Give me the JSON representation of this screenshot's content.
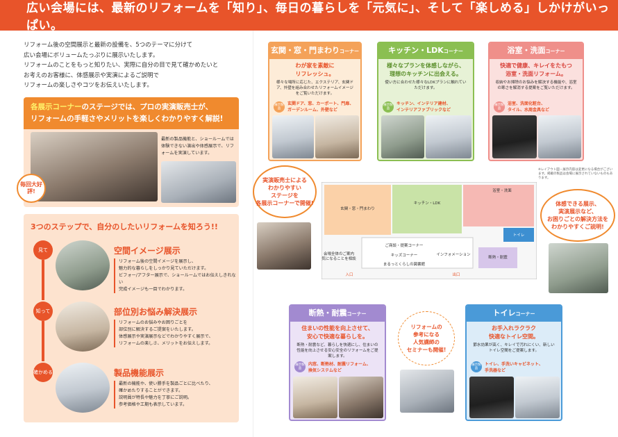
{
  "banner": {
    "title": "広い会場には、最新のリフォームを「知り」、毎日の暮らしを「元気に」、そして「楽しめる」しかけがいっぱい。"
  },
  "intro": {
    "lines": [
      "リフォーム後の空間展示と最新の設備を、5つのテーマに分けて",
      "広い会場にボリュームたっぷりに展示いたします。",
      "リフォームのことをもっと知りたい、実際に自分の目で見て確かめたいと",
      "お考えのお客様に、体感展示や実演によるご説明で",
      "リフォームの楽しさやコツをお伝えいたします。"
    ]
  },
  "stage": {
    "head_hl": "各展示コーナー",
    "head_rest": "のステージでは、プロの実演販売士が、",
    "head_line2": "リフォームの手軽さやメリットを楽しくわかりやすく解説!",
    "note": "最新の製品機能と、ショールームでは体験できない演出や体感展示で、リフォームを実演しています。",
    "badge": "毎回大好評!"
  },
  "steps": {
    "heading": "3つのステップで、自分のしたいリフォームを知ろう!!",
    "items": [
      {
        "circle": "見て",
        "title": "空間イメージ展示",
        "lines": [
          "リフォーム後の空間イメージを展示し、",
          "魅力的な暮らしをしっかり見ていただけます。",
          "ビフォー/アフター展示で、ショールームではお伝えしきれない",
          "完成イメージも一目でわかります。"
        ]
      },
      {
        "circle": "知って",
        "title": "部位別お悩み解決展示",
        "lines": [
          "リフォームのお悩みやお困りごとを",
          "部位別に解決するご提案をいたします。",
          "体感展示や実演展示などでわかりやすく展示で、",
          "リフォームの楽しさ、メリットをお伝えします。"
        ]
      },
      {
        "circle": "確かめる",
        "title": "製品機能展示",
        "lines": [
          "最新の機能や、使い勝手を製品ごとに比べたり、",
          "確かめたりすることができます。",
          "説明員が特長や魅力を丁寧にご説明。",
          "参考価格や工期も表示しています。"
        ]
      }
    ]
  },
  "corners": {
    "entrance": {
      "title": "玄関・窓・門まわり",
      "suffix": "コーナー",
      "lead1": "わが家を素敵に",
      "lead2": "リフレッシュ。",
      "desc": "様々な場所に応じた、エクステリア、玄関ドア、外壁を組み合わせたリフォームイメージをご覧いただけます。",
      "items": [
        "玄関ドア、窓、カーポート、門扉、",
        "ガーデンルーム、外壁など"
      ]
    },
    "kitchen": {
      "title": "キッチン・LDK",
      "suffix": "コーナー",
      "lead1": "様々なプランを体感しながら、",
      "lead2": "理想のキッチンに出会える。",
      "desc": "使い方に合わせた様々なLDKプランに触れていただけます。",
      "items": [
        "キッチン、インテリア建材、",
        "インテリアファブリックなど"
      ]
    },
    "bath": {
      "title": "浴室・洗面",
      "suffix": "コーナー",
      "lead1": "快適で健康、キレイをたもつ",
      "lead2": "浴室・洗面リフォーム。",
      "desc": "収納やお掃除のお悩みを解決する機能や、浴室の寒さを解消する提案をご覧いただけます。",
      "items": [
        "浴室、洗面化粧台、",
        "タイル、水周金具など"
      ]
    },
    "insulation": {
      "title": "断熱・耐震",
      "suffix": "コーナー",
      "lead1": "住まいの性能を向上させて、",
      "lead2": "安心で快適な暮らしを。",
      "desc": "断熱・耐震など、暮らしを快適にし、住まいの性能を向上させる安心安全のリフォームをご提案します。",
      "items": [
        "内窓、断熱材、耐震リフォーム、",
        "換気システムなど"
      ]
    },
    "toilet": {
      "title": "トイレ",
      "suffix": "コーナー",
      "lead1": "お手入れラクラク",
      "lead2": "快適なトイレ空間。",
      "desc": "節水効果が高く、キレイで汚れにくい、新しいトイレ空間をご提案します。",
      "items": [
        "トイレ、手洗いキャビネット、",
        "手洗器など"
      ]
    },
    "tag": "展示製品"
  },
  "map": {
    "zones": {
      "entrance": "玄関・窓・門まわり",
      "kitchen": "キッチン・LDK",
      "bath": "浴室・洗面",
      "toilet": "トイレ",
      "insulation": "断熱・耐震",
      "info": "インフォメーション",
      "consult": "ご商談・提案コーナー",
      "kids": "キッズコーナー",
      "library": "まるっとくらしの図書館",
      "guide": "会場全体のご案内\n気になることを相談"
    },
    "entrance1": "入口",
    "entrance2": "出口"
  },
  "bubbles": {
    "demo": "実演販売士による\nわかりやすい\nステージを\n各展示コーナーで開催!",
    "feel": "体感できる展示、\n実演展示など、\nお困りごとの解決方法を\nわかりやすくご説明!"
  },
  "side_note": "※レイアウト図・展示内容は変更になる場合がございます。掲載の製品は会場に展示されていないものもあります。",
  "seminar": "リフォームの\n参考になる\n人気講師の\nセミナーも開催!"
}
